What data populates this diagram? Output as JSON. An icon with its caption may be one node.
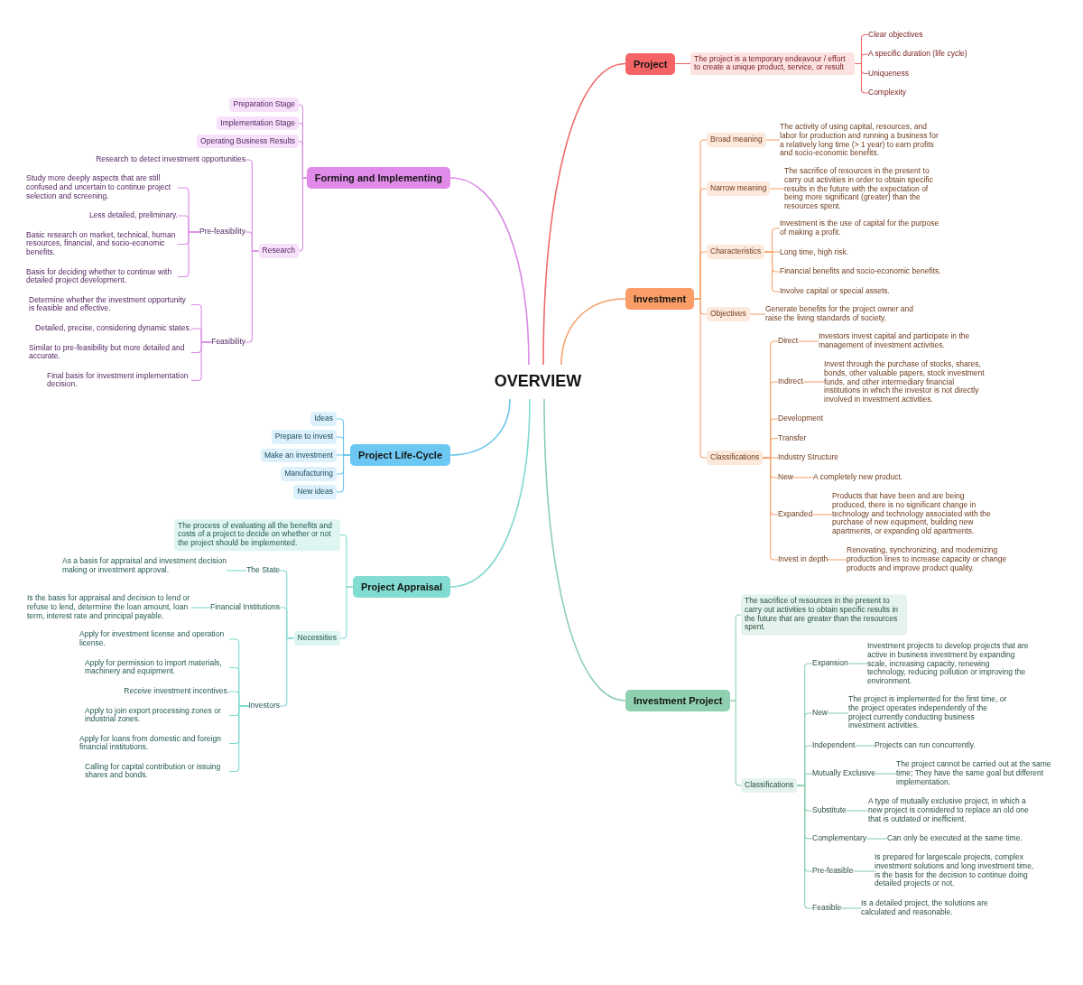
{
  "diagram": {
    "nodes": [
      {
        "text": [
          "OVERVIEW"
        ]
      },
      {
        "text": [
          "Project"
        ]
      },
      {
        "text": [
          "The project is a temporary endeavour / effort to create a unique product, service, or result"
        ]
      },
      {
        "text": [
          "Clear objectives"
        ]
      },
      {
        "text": [
          "A specific duration (life cycle)"
        ]
      },
      {
        "text": [
          "Uniqueness"
        ]
      },
      {
        "text": [
          "Complexity"
        ]
      },
      {
        "text": [
          "Investment"
        ]
      },
      {
        "text": [
          "Broad meaning"
        ]
      },
      {
        "text": [
          "The activity of using capital, resources, and labor for production and running a business for a relatively long time (> 1 year) to earn profits and socio-economic benefits."
        ]
      },
      {
        "text": [
          "Narrow meaning"
        ]
      },
      {
        "text": [
          "The sacrifice of resources in the present to carry out activities in order to obtain specific results in the future with the expectation of being more significant (greater) than the resources spent."
        ]
      },
      {
        "text": [
          "Characteristics"
        ]
      },
      {
        "text": [
          "Investment is the use of capital for the purpose of making a profit."
        ]
      },
      {
        "text": [
          "Long time, high risk."
        ]
      },
      {
        "text": [
          "Financial benefits and socio-economic benefits."
        ]
      },
      {
        "text": [
          "Involve capital or special assets."
        ]
      },
      {
        "text": [
          "Objectives"
        ]
      },
      {
        "text": [
          "Generate benefits for the project owner and raise the living standards of society."
        ]
      },
      {
        "text": [
          "Classifications"
        ]
      },
      {
        "text": [
          "Direct"
        ]
      },
      {
        "text": [
          "Investors invest capital and participate in the management of investment activities."
        ]
      },
      {
        "text": [
          "Indirect"
        ]
      },
      {
        "text": [
          "Invest through the purchase of stocks, shares, bonds, other valuable papers, stock investment funds, and other intermediary financial institutions in which the investor is not directly involved in investment activities."
        ]
      },
      {
        "text": [
          "Development"
        ]
      },
      {
        "text": [
          "Transfer"
        ]
      },
      {
        "text": [
          "Industry Structure"
        ]
      },
      {
        "text": [
          "New"
        ]
      },
      {
        "text": [
          "A completely new product."
        ]
      },
      {
        "text": [
          "Expanded"
        ]
      },
      {
        "text": [
          "Products that have been and are being produced, there is no significant change in technology and technology associated with the purchase of new equipment, building new apartments, or expanding old apartments."
        ]
      },
      {
        "text": [
          "Invest in depth"
        ]
      },
      {
        "text": [
          "Renovating, synchronizing, and modernizing production lines to increase capacity or change products and improve product quality."
        ]
      },
      {
        "text": [
          "Investment Project"
        ]
      },
      {
        "text": [
          "The sacrifice of resources in the present to carry out activities to obtain specific results in the future that are greater than the resources spent."
        ]
      },
      {
        "text": [
          "Classifications"
        ]
      },
      {
        "text": [
          "Expansion"
        ]
      },
      {
        "text": [
          "Investment projects to develop projects that are active in business investment by expanding scale, increasing capacity, renewing technology, reducing pollution or improving the environment."
        ]
      },
      {
        "text": [
          "New"
        ]
      },
      {
        "text": [
          "The project is implemented for the first time, or the project operates independently of the project currently conducting business investment activities."
        ]
      },
      {
        "text": [
          "Independent"
        ]
      },
      {
        "text": [
          "Projects can run concurrently."
        ]
      },
      {
        "text": [
          "Mutually Exclusive"
        ]
      },
      {
        "text": [
          "The project cannot be carried out at the same time; They have the same goal but different implementation."
        ]
      },
      {
        "text": [
          "Substitute"
        ]
      },
      {
        "text": [
          "A type of mutually exclusive project, in which a new project is considered to replace an old one that is outdated or inefficient."
        ]
      },
      {
        "text": [
          "Complementary"
        ]
      },
      {
        "text": [
          "Can only be executed at the same time."
        ]
      },
      {
        "text": [
          "Pre-feasible"
        ]
      },
      {
        "text": [
          "Is prepared for largescale projects, complex investment solutions and long investment time, is the basis for the decision to continue doing detailed projects or not."
        ]
      },
      {
        "text": [
          "Feasible"
        ]
      },
      {
        "text": [
          "Is a detailed project, the solutions are calculated and reasonable."
        ]
      },
      {
        "text": [
          "Forming and Implementing"
        ]
      },
      {
        "text": [
          "Preparation Stage"
        ]
      },
      {
        "text": [
          "Implementation Stage"
        ]
      },
      {
        "text": [
          "Operating Business Results"
        ]
      },
      {
        "text": [
          "Research"
        ]
      },
      {
        "text": [
          "Research to detect investment opportunities"
        ]
      },
      {
        "text": [
          "Pre-feasibility"
        ]
      },
      {
        "text": [
          "Study more deeply aspects that are still confused and uncertain to continue project selection and screening."
        ]
      },
      {
        "text": [
          "Less detailed, preliminary."
        ]
      },
      {
        "text": [
          "Basic research on market, technical, human resources, financial, and socio-economic benefits."
        ]
      },
      {
        "text": [
          "Basis for deciding whether to continue with detailed project development."
        ]
      },
      {
        "text": [
          "Feasibility"
        ]
      },
      {
        "text": [
          "Determine whether the investment opportunity is feasible and effective."
        ]
      },
      {
        "text": [
          "Detailed, precise, considering dynamic states."
        ]
      },
      {
        "text": [
          "Similar to pre-feasibility but more detailed and accurate."
        ]
      },
      {
        "text": [
          "Final basis for investment implementation decision."
        ]
      },
      {
        "text": [
          "Project Life-Cycle"
        ]
      },
      {
        "text": [
          "Ideas"
        ]
      },
      {
        "text": [
          "Prepare to invest"
        ]
      },
      {
        "text": [
          "Make an investment"
        ]
      },
      {
        "text": [
          "Manufacturing"
        ]
      },
      {
        "text": [
          "New ideas"
        ]
      },
      {
        "text": [
          "Project Appraisal"
        ]
      },
      {
        "text": [
          "The process of evaluating all the benefits and costs of a project to decide on whether or not the project should be implemented."
        ]
      },
      {
        "text": [
          "Necessities"
        ]
      },
      {
        "text": [
          "The State"
        ]
      },
      {
        "text": [
          "As a basis for appraisal and investment decision making or investment approval."
        ]
      },
      {
        "text": [
          "Financial Institutions"
        ]
      },
      {
        "text": [
          "Is the basis for appraisal and decision to lend or refuse to lend, determine the loan amount, loan term, interest rate and principal payable."
        ]
      },
      {
        "text": [
          "Investors"
        ]
      },
      {
        "text": [
          "Apply for investment license and operation license."
        ]
      },
      {
        "text": [
          "Apply for permission to import materials, machinery and equipment."
        ]
      },
      {
        "text": [
          "Receive investment incentives."
        ]
      },
      {
        "text": [
          "Apply to join export processing zones or industrial zones."
        ]
      },
      {
        "text": [
          "Apply for loans from domestic and foreign financial institutions."
        ]
      },
      {
        "text": [
          "Calling for capital contribution or issuing shares and bonds."
        ]
      }
    ],
    "edges": [
      {
        "from": 0,
        "to": 1,
        "arrow": "none",
        "color": "#ef6b6b"
      },
      {
        "from": 0,
        "to": 7,
        "arrow": "none"
      },
      {
        "from": 0,
        "to": 33,
        "arrow": "none",
        "color": "#8dcfb0"
      },
      {
        "from": 0,
        "to": 52,
        "arrow": "none",
        "color": "#d98be4"
      },
      {
        "from": 0,
        "to": 68,
        "arrow": "none",
        "color": "#6cc6ee"
      },
      {
        "from": 0,
        "to": 74,
        "arrow": "none",
        "color": "#7fd9cf"
      },
      {
        "from": 1,
        "to": 2,
        "arrow": "none",
        "color": "#ef6b6b"
      },
      {
        "from": 2,
        "to": 3,
        "arrow": "none",
        "color": "#ef6b6b"
      },
      {
        "from": 2,
        "to": 4,
        "arrow": "none",
        "color": "#ef6b6b"
      },
      {
        "from": 2,
        "to": 5,
        "arrow": "none",
        "color": "#ef6b6b"
      },
      {
        "from": 2,
        "to": 6,
        "arrow": "none",
        "color": "#ef6b6b"
      },
      {
        "from": 7,
        "to": 8,
        "arrow": "none"
      },
      {
        "from": 7,
        "to": 10,
        "arrow": "none"
      },
      {
        "from": 7,
        "to": 12,
        "arrow": "none"
      },
      {
        "from": 7,
        "to": 17,
        "arrow": "none"
      },
      {
        "from": 7,
        "to": 19,
        "arrow": "none"
      },
      {
        "from": 8,
        "to": 9,
        "arrow": "none"
      },
      {
        "from": 10,
        "to": 11,
        "arrow": "none"
      },
      {
        "from": 12,
        "to": 13,
        "arrow": "none"
      },
      {
        "from": 12,
        "to": 14,
        "arrow": "none"
      },
      {
        "from": 12,
        "to": 15,
        "arrow": "none"
      },
      {
        "from": 12,
        "to": 16,
        "arrow": "none"
      },
      {
        "from": 17,
        "to": 18,
        "arrow": "none"
      },
      {
        "from": 19,
        "to": 20,
        "arrow": "none"
      },
      {
        "from": 19,
        "to": 22,
        "arrow": "none"
      },
      {
        "from": 19,
        "to": 24,
        "arrow": "none"
      },
      {
        "from": 19,
        "to": 25,
        "arrow": "none"
      },
      {
        "from": 19,
        "to": 26,
        "arrow": "none"
      },
      {
        "from": 19,
        "to": 27,
        "arrow": "none"
      },
      {
        "from": 19,
        "to": 29,
        "arrow": "none"
      },
      {
        "from": 19,
        "to": 31,
        "arrow": "none"
      },
      {
        "from": 20,
        "to": 21,
        "arrow": "none"
      },
      {
        "from": 22,
        "to": 23,
        "arrow": "none"
      },
      {
        "from": 27,
        "to": 28,
        "arrow": "none"
      },
      {
        "from": 29,
        "to": 30,
        "arrow": "none"
      },
      {
        "from": 31,
        "to": 32,
        "arrow": "none"
      },
      {
        "from": 33,
        "to": 34,
        "arrow": "none",
        "color": "#8dcfb0"
      },
      {
        "from": 33,
        "to": 35,
        "arrow": "none",
        "color": "#8dcfb0"
      },
      {
        "from": 35,
        "to": 36,
        "arrow": "none",
        "color": "#8dcfb0"
      },
      {
        "from": 35,
        "to": 38,
        "arrow": "none",
        "color": "#8dcfb0"
      },
      {
        "from": 35,
        "to": 40,
        "arrow": "none",
        "color": "#8dcfb0"
      },
      {
        "from": 35,
        "to": 42,
        "arrow": "none",
        "color": "#8dcfb0"
      },
      {
        "from": 35,
        "to": 44,
        "arrow": "none",
        "color": "#8dcfb0"
      },
      {
        "from": 35,
        "to": 46,
        "arrow": "none",
        "color": "#8dcfb0"
      },
      {
        "from": 35,
        "to": 48,
        "arrow": "none",
        "color": "#8dcfb0"
      },
      {
        "from": 35,
        "to": 50,
        "arrow": "none",
        "color": "#8dcfb0"
      },
      {
        "from": 36,
        "to": 37,
        "arrow": "none",
        "color": "#8dcfb0"
      },
      {
        "from": 38,
        "to": 39,
        "arrow": "none",
        "color": "#8dcfb0"
      },
      {
        "from": 40,
        "to": 41,
        "arrow": "none",
        "color": "#8dcfb0"
      },
      {
        "from": 42,
        "to": 43,
        "arrow": "none",
        "color": "#8dcfb0"
      },
      {
        "from": 44,
        "to": 45,
        "arrow": "none",
        "color": "#8dcfb0"
      },
      {
        "from": 46,
        "to": 47,
        "arrow": "none",
        "color": "#8dcfb0"
      },
      {
        "from": 48,
        "to": 49,
        "arrow": "none",
        "color": "#8dcfb0"
      },
      {
        "from": 50,
        "to": 51,
        "arrow": "none",
        "color": "#8dcfb0"
      },
      {
        "from": 52,
        "to": 53,
        "arrow": "none",
        "color": "#d98be4"
      },
      {
        "from": 52,
        "to": 54,
        "arrow": "none",
        "color": "#d98be4"
      },
      {
        "from": 52,
        "to": 55,
        "arrow": "none",
        "color": "#d98be4"
      },
      {
        "from": 52,
        "to": 56,
        "arrow": "none",
        "color": "#d98be4"
      },
      {
        "from": 56,
        "to": 57,
        "arrow": "none",
        "color": "#d98be4"
      },
      {
        "from": 56,
        "to": 58,
        "arrow": "none",
        "color": "#d98be4"
      },
      {
        "from": 56,
        "to": 63,
        "arrow": "none",
        "color": "#d98be4"
      },
      {
        "from": 58,
        "to": 59,
        "arrow": "none",
        "color": "#d98be4"
      },
      {
        "from": 58,
        "to": 60,
        "arrow": "none",
        "color": "#d98be4"
      },
      {
        "from": 58,
        "to": 61,
        "arrow": "none",
        "color": "#d98be4"
      },
      {
        "from": 58,
        "to": 62,
        "arrow": "none",
        "color": "#d98be4"
      },
      {
        "from": 63,
        "to": 64,
        "arrow": "none",
        "color": "#d98be4"
      },
      {
        "from": 63,
        "to": 65,
        "arrow": "none",
        "color": "#d98be4"
      },
      {
        "from": 63,
        "to": 66,
        "arrow": "none",
        "color": "#d98be4"
      },
      {
        "from": 63,
        "to": 67,
        "arrow": "none",
        "color": "#d98be4"
      },
      {
        "from": 68,
        "to": 69,
        "arrow": "none",
        "color": "#6cc6ee"
      },
      {
        "from": 68,
        "to": 70,
        "arrow": "none",
        "color": "#6cc6ee"
      },
      {
        "from": 68,
        "to": 71,
        "arrow": "none",
        "color": "#6cc6ee"
      },
      {
        "from": 68,
        "to": 72,
        "arrow": "none",
        "color": "#6cc6ee"
      },
      {
        "from": 68,
        "to": 73,
        "arrow": "none",
        "color": "#6cc6ee"
      },
      {
        "from": 74,
        "to": 75,
        "arrow": "none",
        "color": "#7fd9cf"
      },
      {
        "from": 74,
        "to": 76,
        "arrow": "none",
        "color": "#7fd9cf"
      },
      {
        "from": 76,
        "to": 77,
        "arrow": "none",
        "color": "#7fd9cf"
      },
      {
        "from": 76,
        "to": 79,
        "arrow": "none",
        "color": "#7fd9cf"
      },
      {
        "from": 76,
        "to": 81,
        "arrow": "none",
        "color": "#7fd9cf"
      },
      {
        "from": 77,
        "to": 78,
        "arrow": "none",
        "color": "#7fd9cf"
      },
      {
        "from": 79,
        "to": 80,
        "arrow": "none",
        "color": "#7fd9cf"
      },
      {
        "from": 81,
        "to": 82,
        "arrow": "none",
        "color": "#7fd9cf"
      },
      {
        "from": 81,
        "to": 83,
        "arrow": "none",
        "color": "#7fd9cf"
      },
      {
        "from": 81,
        "to": 84,
        "arrow": "none",
        "color": "#7fd9cf"
      },
      {
        "from": 81,
        "to": 85,
        "arrow": "none",
        "color": "#7fd9cf"
      },
      {
        "from": 81,
        "to": 86,
        "arrow": "none",
        "color": "#7fd9cf"
      },
      {
        "from": 81,
        "to": 87,
        "arrow": "none",
        "color": "#7fd9cf"
      }
    ]
  }
}
